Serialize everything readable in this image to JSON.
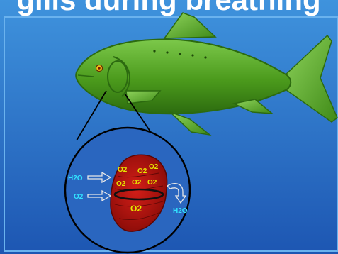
{
  "header": {
    "title_fragment": "gills during breathing"
  },
  "diagram": {
    "inflow": {
      "water_label": "H2O",
      "oxygen_label": "O2"
    },
    "gill_oxygen_labels": [
      "O2",
      "O2",
      "O2",
      "O2",
      "O2",
      "O2",
      "O2"
    ],
    "outflow": {
      "water_label": "H2O"
    },
    "colors": {
      "background": "#2f80cf",
      "fish": "#4f9a1f",
      "gill": "#b4120f",
      "label_blue": "#32e3ff",
      "label_yellow": "#e6e600"
    },
    "icons": {
      "arrow": "arrow-right-icon",
      "outflow_arrow": "curved-arrow-icon"
    }
  }
}
